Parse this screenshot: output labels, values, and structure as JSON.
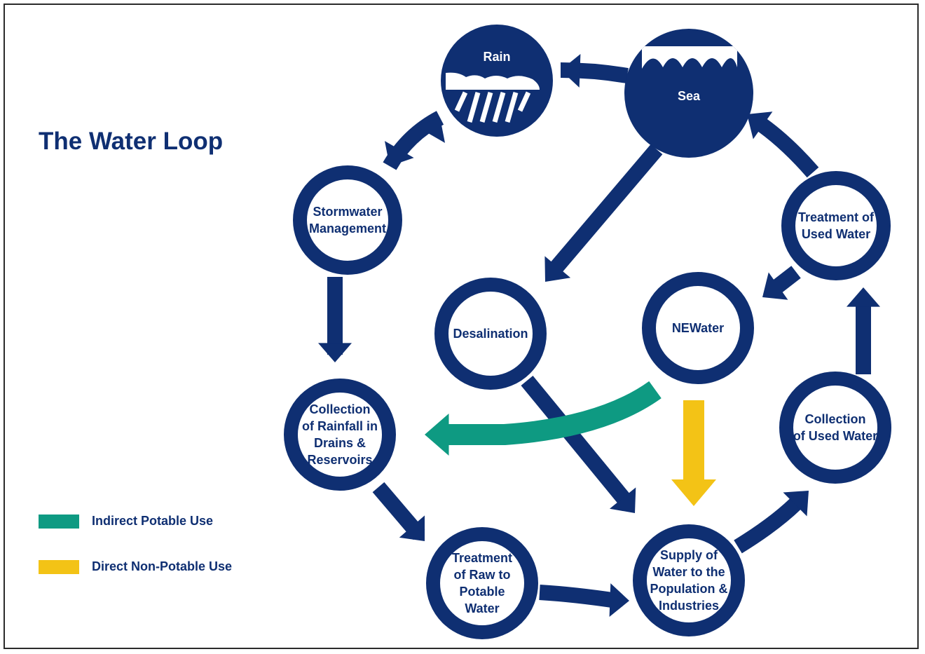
{
  "title": "The Water Loop",
  "colors": {
    "navy": "#0f2f72",
    "teal": "#0e9a82",
    "yellow": "#f3c316",
    "white": "#ffffff"
  },
  "legend": [
    {
      "id": "indirect",
      "label": "Indirect Potable Use",
      "color": "#0e9a82"
    },
    {
      "id": "direct",
      "label": "Direct Non-Potable Use",
      "color": "#f3c316"
    }
  ],
  "nodes": {
    "rain": {
      "lines": [
        "Rain"
      ],
      "icon": "rain-icon",
      "filled": true
    },
    "sea": {
      "lines": [
        "Sea"
      ],
      "icon": "wave-icon",
      "filled": true
    },
    "stormwater": {
      "lines": [
        "Stormwater",
        "Management"
      ]
    },
    "treatment_used": {
      "lines": [
        "Treatment of",
        "Used Water"
      ]
    },
    "desalination": {
      "lines": [
        "Desalination"
      ]
    },
    "newater": {
      "lines": [
        "NEWater"
      ]
    },
    "collection_rainfall": {
      "lines": [
        "Collection",
        "of Rainfall in",
        "Drains &",
        "Reservoirs"
      ]
    },
    "collection_used": {
      "lines": [
        "Collection",
        "of Used Water"
      ]
    },
    "treatment_raw": {
      "lines": [
        "Treatment",
        "of Raw to",
        "Potable",
        "Water"
      ]
    },
    "supply": {
      "lines": [
        "Supply of",
        "Water to the",
        "Population &",
        "Industries"
      ]
    }
  },
  "flows": [
    {
      "from": "sea",
      "to": "rain",
      "type": "cycle"
    },
    {
      "from": "rain",
      "to": "stormwater",
      "type": "cycle"
    },
    {
      "from": "stormwater",
      "to": "collection_rainfall",
      "type": "cycle"
    },
    {
      "from": "collection_rainfall",
      "to": "treatment_raw",
      "type": "cycle"
    },
    {
      "from": "treatment_raw",
      "to": "supply",
      "type": "cycle"
    },
    {
      "from": "supply",
      "to": "collection_used",
      "type": "cycle"
    },
    {
      "from": "collection_used",
      "to": "treatment_used",
      "type": "cycle"
    },
    {
      "from": "treatment_used",
      "to": "sea",
      "type": "cycle"
    },
    {
      "from": "treatment_used",
      "to": "newater",
      "type": "cycle"
    },
    {
      "from": "sea",
      "to": "desalination",
      "type": "cycle"
    },
    {
      "from": "desalination",
      "to": "supply",
      "type": "cycle"
    },
    {
      "from": "newater",
      "to": "collection_rainfall",
      "type": "indirect"
    },
    {
      "from": "newater",
      "to": "supply",
      "type": "direct"
    }
  ]
}
